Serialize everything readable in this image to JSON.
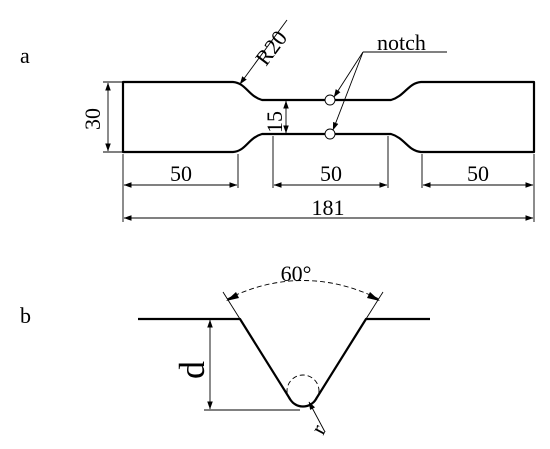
{
  "panels": {
    "a": {
      "label": "a",
      "notch_label": "notch",
      "radius_label": "R20",
      "width_label": "30",
      "gauge_width_label": "15",
      "left_grip_label": "50",
      "gauge_length_label": "50",
      "right_grip_label": "50",
      "total_length_label": "181"
    },
    "b": {
      "label": "b",
      "angle_label": "60°",
      "depth_label": "d",
      "tip_radius_label": "r"
    }
  },
  "colors": {
    "line": "#000000",
    "background": "#ffffff"
  }
}
